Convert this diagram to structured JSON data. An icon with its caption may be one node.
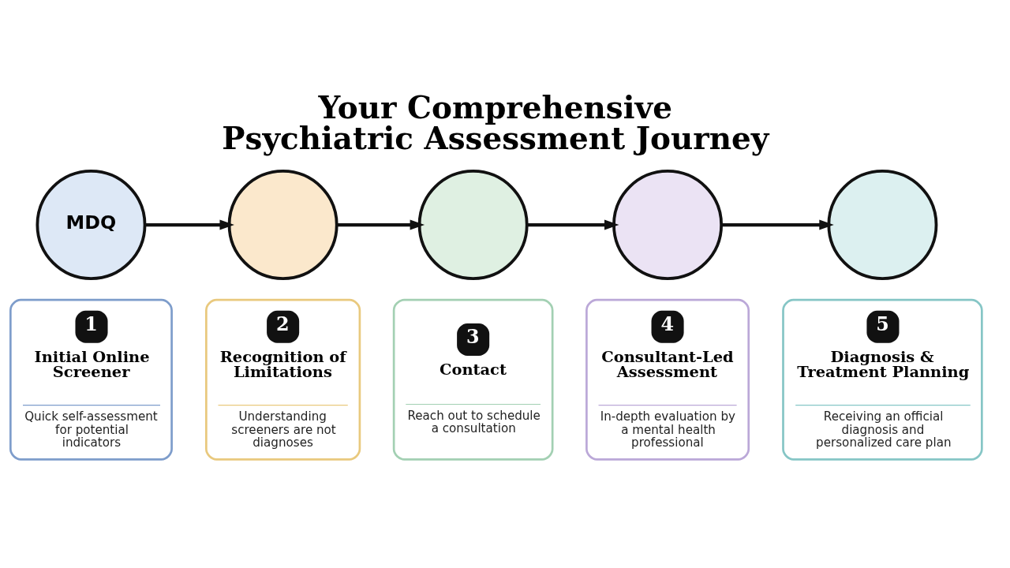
{
  "diagram": {
    "title": "Your Comprehensive Psychiatric Assessment Journey",
    "nodes": [
      {
        "text": [
          "MDQ"
        ]
      },
      {
        "text": [],
        "shape": "circle"
      },
      {
        "text": [],
        "shape": "circle"
      },
      {
        "text": [],
        "shape": "circle"
      },
      {
        "text": [],
        "shape": "circle"
      },
      {
        "text": [
          "1",
          "Initial Online Screener",
          "Quick self-assessment for potential indicators"
        ]
      },
      {
        "text": [
          "2",
          "Recognition of Limitations",
          "Understanding screeners are not diagnoses"
        ]
      },
      {
        "text": [
          "3",
          "Contact",
          "Reach out to schedule a consultation"
        ]
      },
      {
        "text": [
          "4",
          "Consultant-Led Assessment",
          "In-depth evaluation by a mental health professional"
        ]
      },
      {
        "text": [
          "5",
          "Diagnosis & Treatment Planning",
          "Receiving an official diagnosis and personalized care plan"
        ]
      }
    ],
    "edges": [
      {
        "from": 0,
        "to": 1,
        "arrow": "to"
      },
      {
        "from": 1,
        "to": 2,
        "arrow": "to"
      },
      {
        "from": 2,
        "to": 3,
        "arrow": "to"
      },
      {
        "from": 3,
        "to": 4,
        "arrow": "to"
      }
    ]
  }
}
